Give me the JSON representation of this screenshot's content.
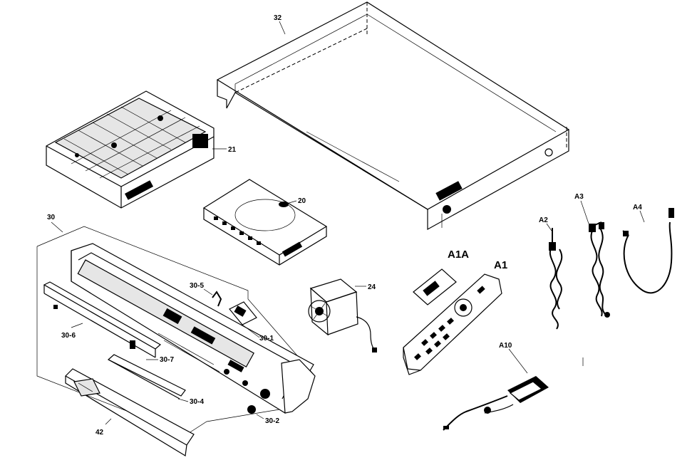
{
  "labels": {
    "cover": "32",
    "dvd_mechanism": "21",
    "hard_drive": "20",
    "front_panel_assy": "30",
    "fan": "24",
    "front_sub_30_5": "30-5",
    "front_sub_30_1": "30-1",
    "front_sub_30_6": "30-6",
    "front_sub_30_7": "30-7",
    "front_sub_30_4": "30-4",
    "front_sub_30_2": "30-2",
    "front_door": "42",
    "remote_a1a": "A1A",
    "remote_a1": "A1",
    "cable_a2": "A2",
    "cable_a3": "A3",
    "cable_a4": "A4",
    "adapter_a10": "A10"
  }
}
